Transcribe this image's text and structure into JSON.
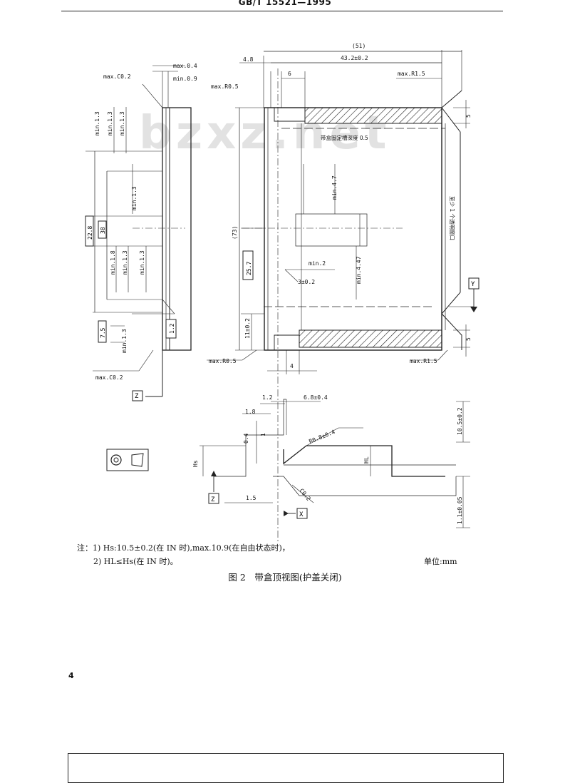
{
  "header": {
    "standard_no": "GB/T 15521—1995"
  },
  "watermark": "bzxz.net",
  "drawing": {
    "left_view": {
      "max_c02_top": "max.C0.2",
      "max_04": "max.0.4",
      "min_09": "min.0.9",
      "min_13_a": "min.1.3",
      "min_13_b": "min.1.3",
      "min_13_c": "min.1.3",
      "min_13_d": "min.1.3",
      "min_18": "min.1.8",
      "min_13_e": "min.1.3",
      "min_13_f": "min.1.3",
      "min_13_g": "min.1.3",
      "dim_228": "22.8",
      "dim_38": "38",
      "dim_75": "7.5",
      "dim_12": "1.2",
      "max_c02_bottom": "max.C0.2",
      "datum_z": "Z"
    },
    "main_view": {
      "dim_48": "4.8",
      "dim_51": "(51)",
      "dim_432": "43.2±0.2",
      "dim_6": "6",
      "max_r15_top": "max.R1.5",
      "max_r05": "max.R0.5",
      "dim_5_top": "5",
      "tape_label": "带盒固定槽深度 0.5",
      "min_47": "min.4.7",
      "dim_73": "(73)",
      "dim_257": "25.7",
      "min_2": "min.2",
      "dim_3": "3±0.2",
      "min_447": "min.4.47",
      "transparent_window": "至少 1 个透明窗口",
      "datum_y": "Y",
      "dim_11": "11±0.2",
      "dim_5_bottom": "5",
      "max_r05_bottom": "max.R0.5",
      "dim_4": "4",
      "max_r15_bottom": "max.R1.5"
    },
    "detail_view": {
      "dim_12": "1.2",
      "dim_68": "6.8±0.4",
      "dim_18": "1.8",
      "r_label": "R0.8±0.4",
      "dim_04": "0.4",
      "dim_1": "1",
      "hs": "Hs",
      "hl": "HL",
      "dim_105": "10.5±0.2",
      "c_label": "C0.2",
      "dim_15": "1.5",
      "datum_z": "Z",
      "datum_x": "X",
      "dim_11": "1.1±0.05"
    }
  },
  "notes": {
    "note1": "注：1) Hs:10.5±0.2(在 IN 时),max.10.9(在自由状态时)，",
    "note2": "2) HL≤Hs(在 IN 时)。",
    "unit": "单位:mm"
  },
  "caption": "图 2　带盒顶视图(护盖关闭)",
  "page_number": "4"
}
